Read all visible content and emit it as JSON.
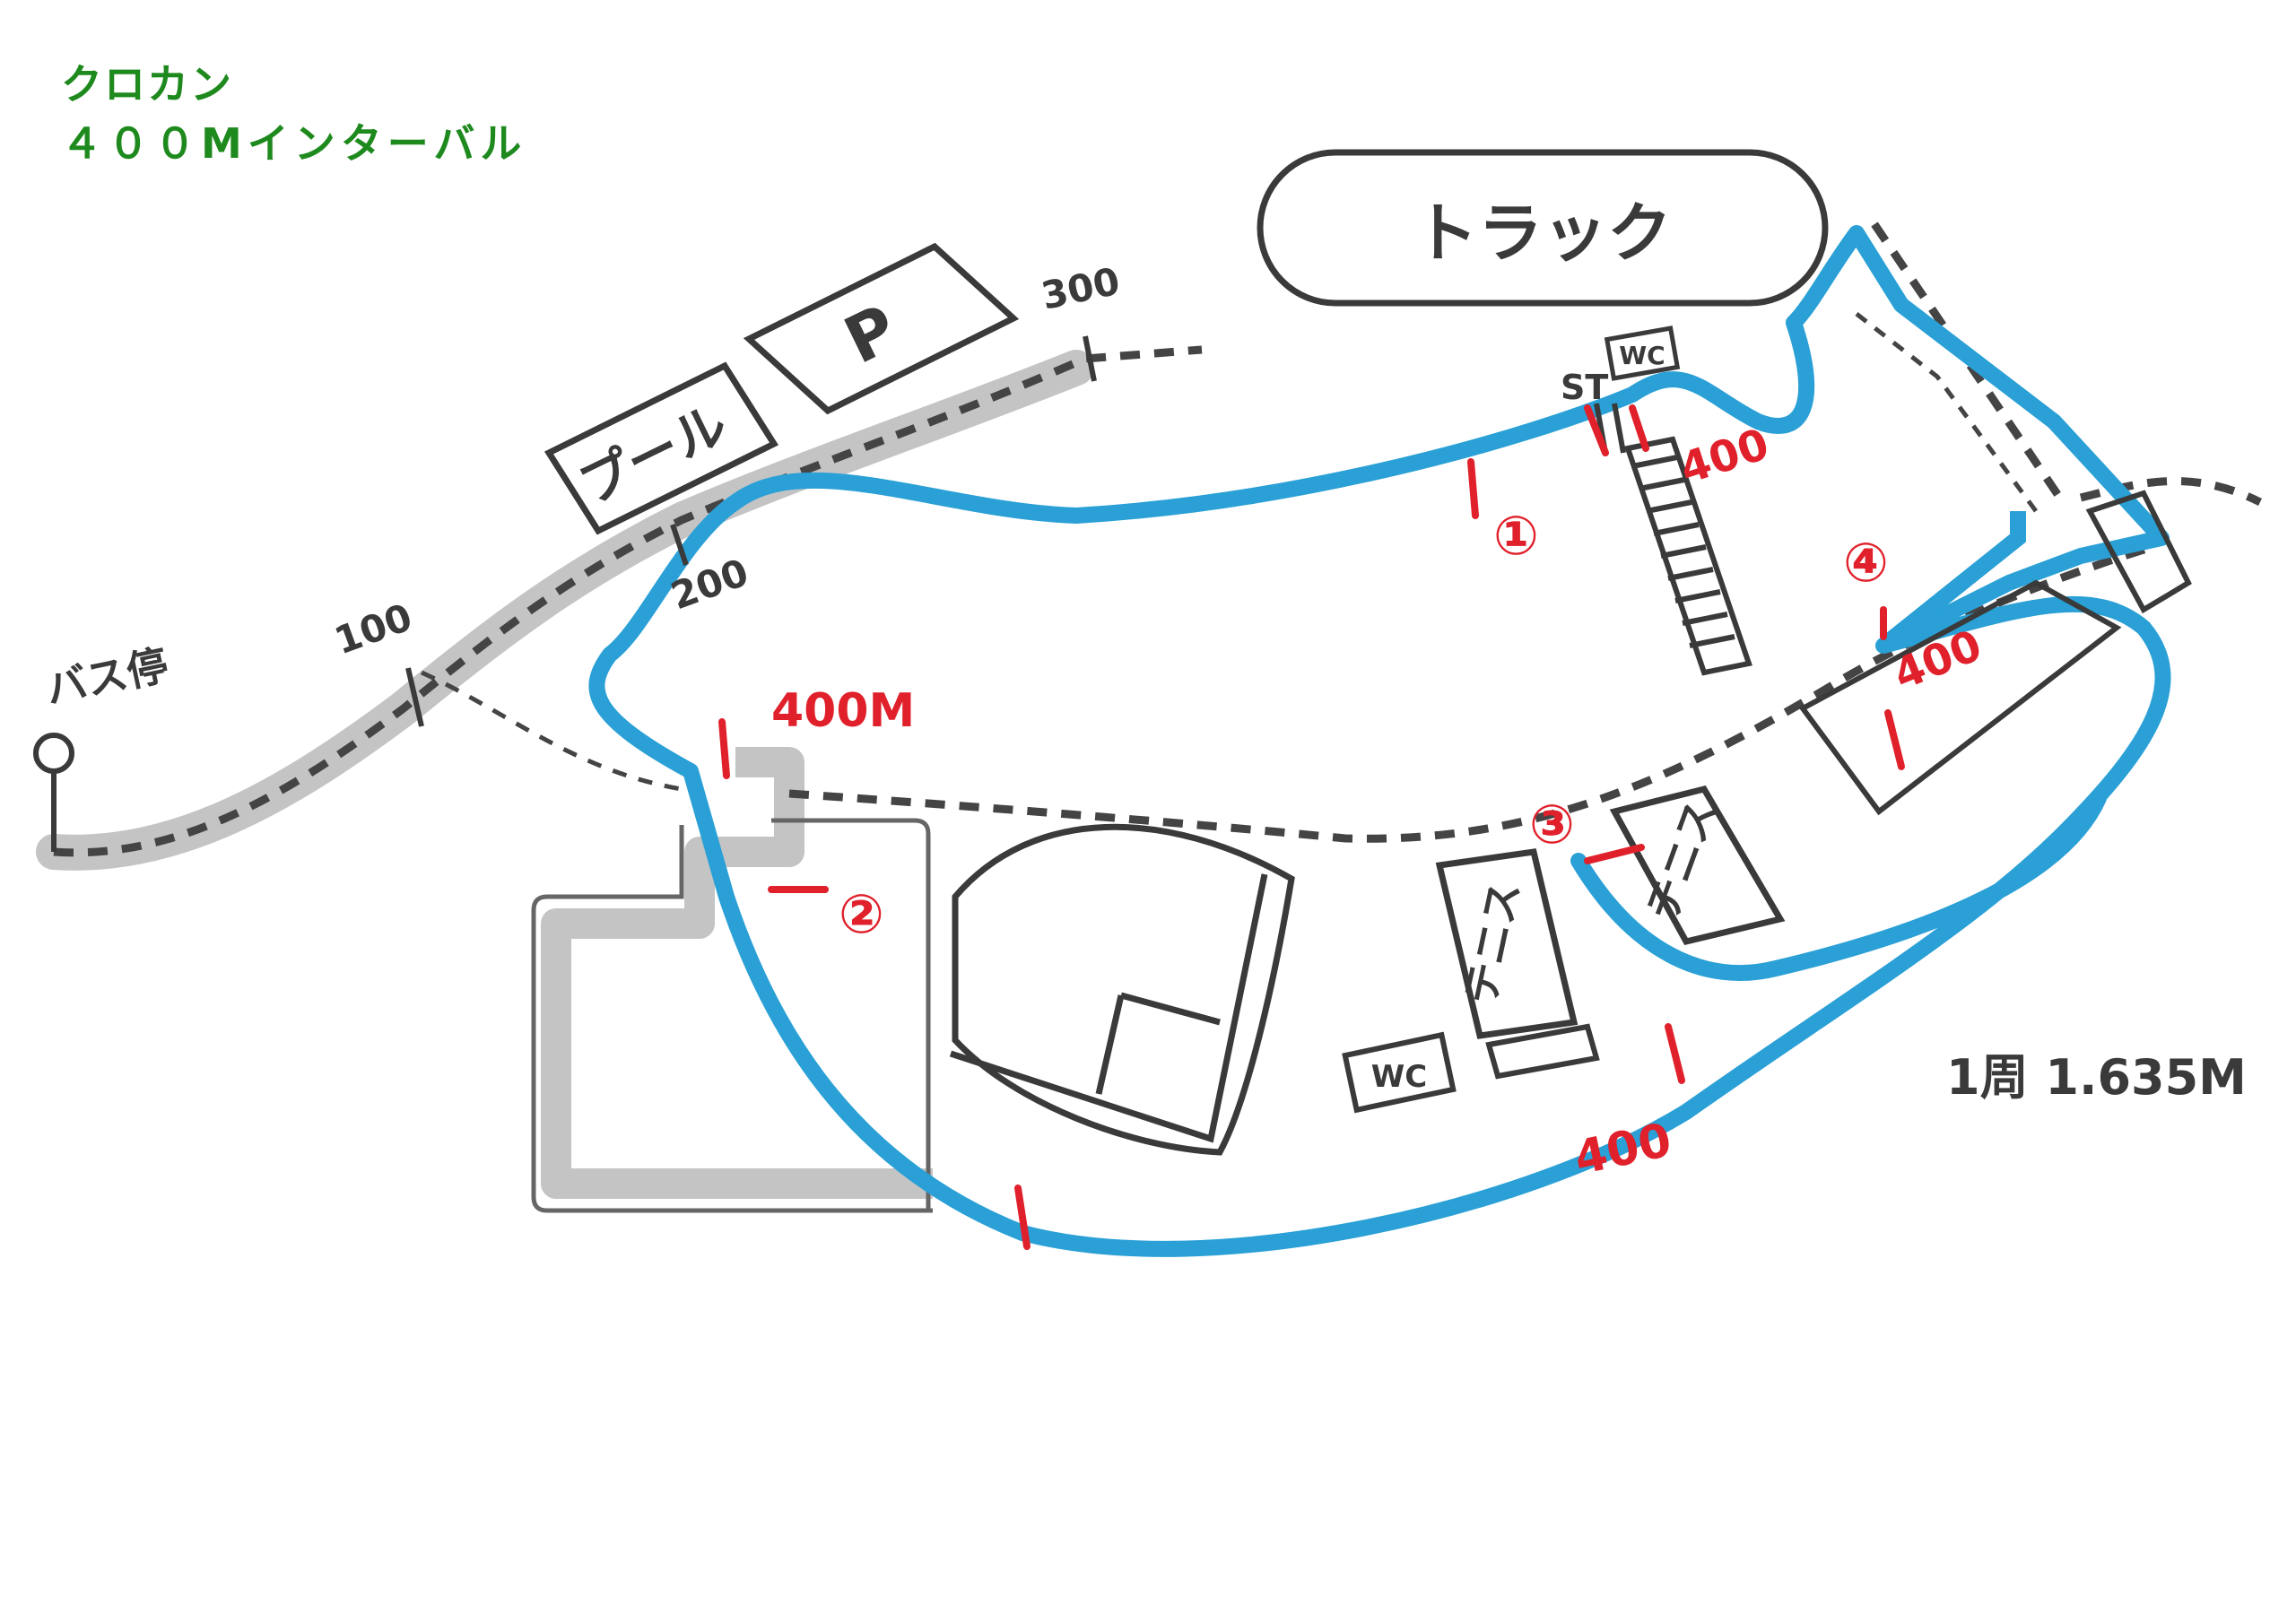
{
  "title": {
    "line1": "クロカン",
    "line2": "４００Mインターバル"
  },
  "facilities": {
    "pool": "プール",
    "parking": "P",
    "track": "トラック",
    "wc_top": "WC",
    "wc_bottom": "WC",
    "tennis_left": "テニス",
    "tennis_right": "テニス"
  },
  "bus_stop": "バス停",
  "distance_marks": {
    "d100": "100",
    "d200": "200",
    "d300": "300"
  },
  "start_label": "ST",
  "interval_labels": {
    "main": "400M",
    "right_top": "400",
    "right_mid": "400",
    "bottom": "400"
  },
  "checkpoints": {
    "c1": "①",
    "c2": "②",
    "c3": "③",
    "c4": "④"
  },
  "lap_distance": "1周 1.635M",
  "colors": {
    "title": "#1e8a1e",
    "course": "#2aa0d6",
    "marks": "#e0202a",
    "approach_path": "#bdbdbd",
    "ink": "#3a3a3a"
  }
}
